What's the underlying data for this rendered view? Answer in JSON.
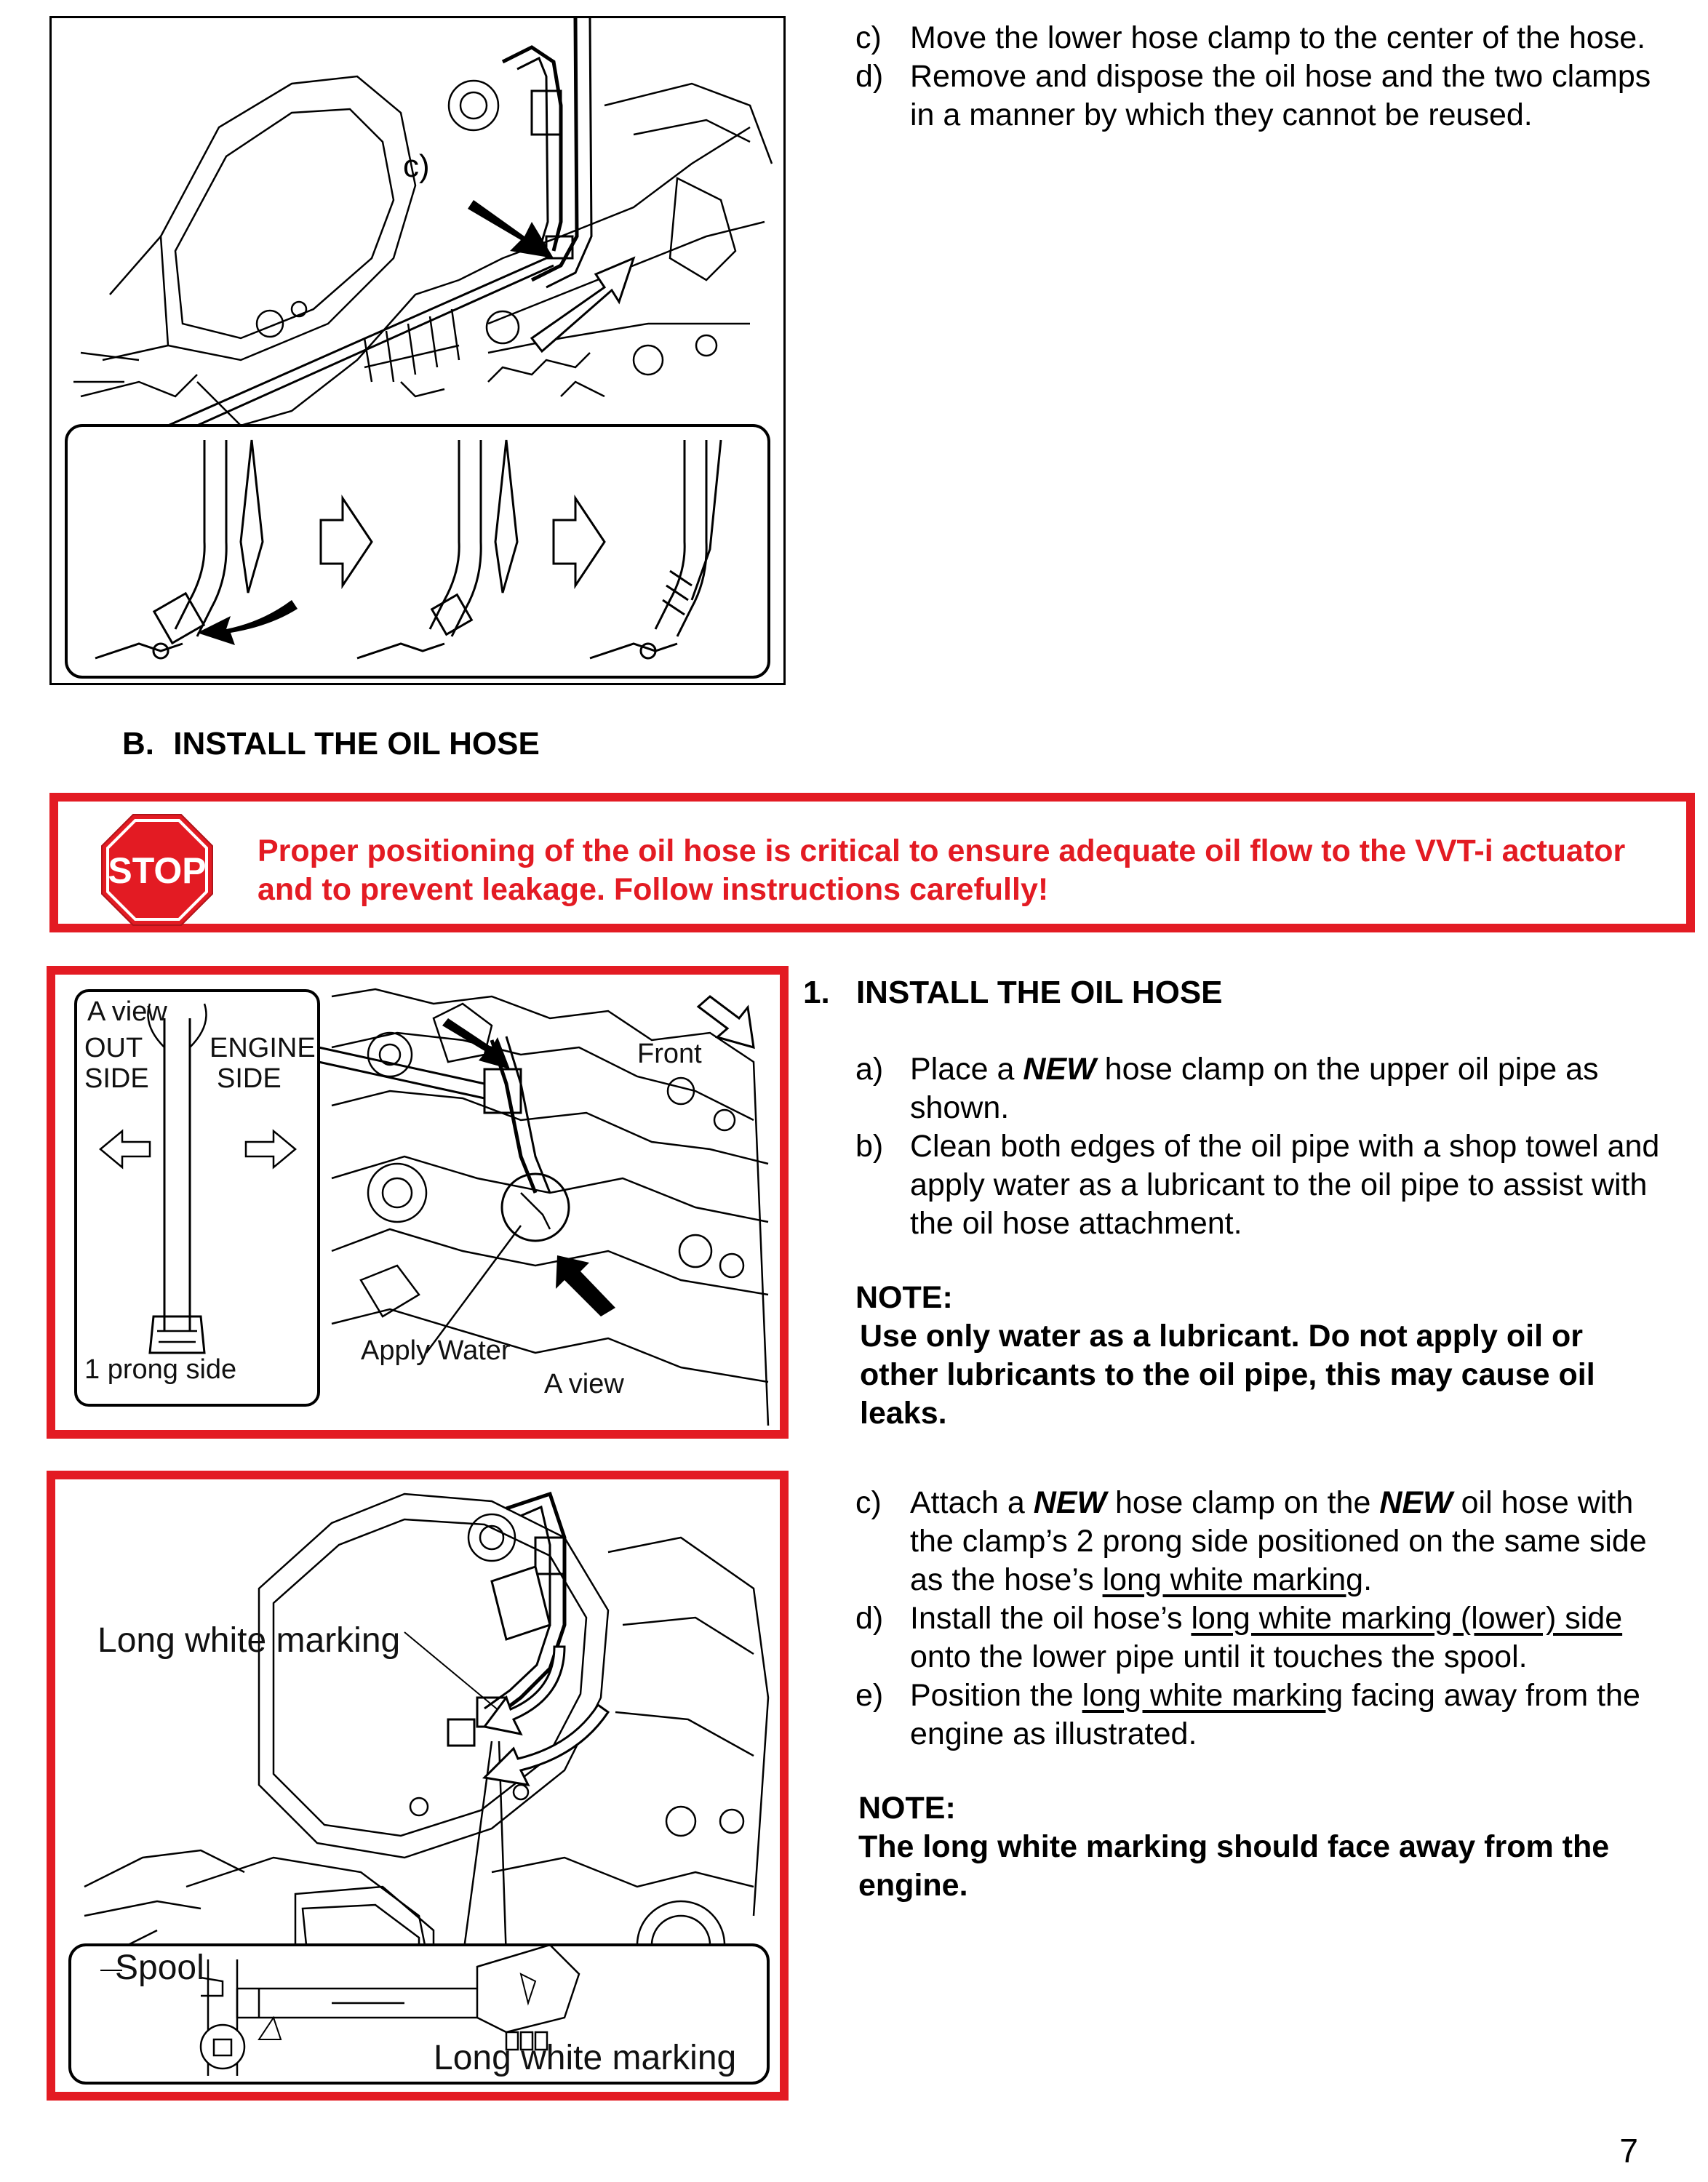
{
  "top_steps": [
    {
      "letter": "c)",
      "text": "Move the lower hose clamp to the center of the hose."
    },
    {
      "letter": "d)",
      "text": "Remove and dispose the oil hose and the two clamps in a manner by which they cannot be reused."
    }
  ],
  "fig1": {
    "callout": "c)"
  },
  "section_b": {
    "letter": "B.",
    "title": "INSTALL THE OIL HOSE"
  },
  "stop": {
    "sign_text": "STOP",
    "message": "Proper positioning of the oil hose is critical to ensure adequate oil flow to the VVT-i actuator and to prevent leakage.  Follow instructions carefully!"
  },
  "step1": {
    "number": "1.",
    "title": "INSTALL THE OIL HOSE"
  },
  "fig2": {
    "a_view": "A view",
    "out_side_1": "OUT",
    "out_side_2": "SIDE",
    "engine_side_1": "ENGINE",
    "engine_side_2": "SIDE",
    "prong": "1 prong side",
    "front": "Front",
    "apply_water": "Apply Water",
    "a_view_arrow": "A view"
  },
  "step_a": {
    "letter": "a)",
    "p1": "Place a ",
    "em": "NEW",
    "p2": " hose clamp on the upper oil pipe as shown."
  },
  "step_b": {
    "letter": "b)",
    "text": "Clean both edges of the oil pipe with a shop towel and apply water as a lubricant to the oil pipe to assist with the oil hose attachment."
  },
  "note1": {
    "label": "NOTE:",
    "text": "Use only water as a lubricant.  Do not apply oil or other lubricants to the oil pipe, this may cause oil leaks."
  },
  "step_c": {
    "letter": "c)",
    "p1": "Attach a ",
    "em1": "NEW",
    "p2": " hose clamp on the ",
    "em2": "NEW",
    "p3": " oil hose with the clamp’s 2 prong side positioned on the same side as the hose’s ",
    "u": "long white marking",
    "p4": "."
  },
  "step_d": {
    "letter": "d)",
    "p1": "Install the oil hose’s ",
    "u": "long white marking (lower) side",
    "p2": " onto the lower pipe until it touches the spool."
  },
  "step_e": {
    "letter": "e)",
    "p1": "Position the ",
    "u": "long white marking",
    "p2": " facing away from the engine as illustrated."
  },
  "note2": {
    "label": "NOTE:",
    "text": "The long white marking should face away from the engine."
  },
  "fig3": {
    "marking_top": "Long white marking",
    "spool": "Spool",
    "marking_bottom": "Long white marking"
  },
  "page_number": "7"
}
